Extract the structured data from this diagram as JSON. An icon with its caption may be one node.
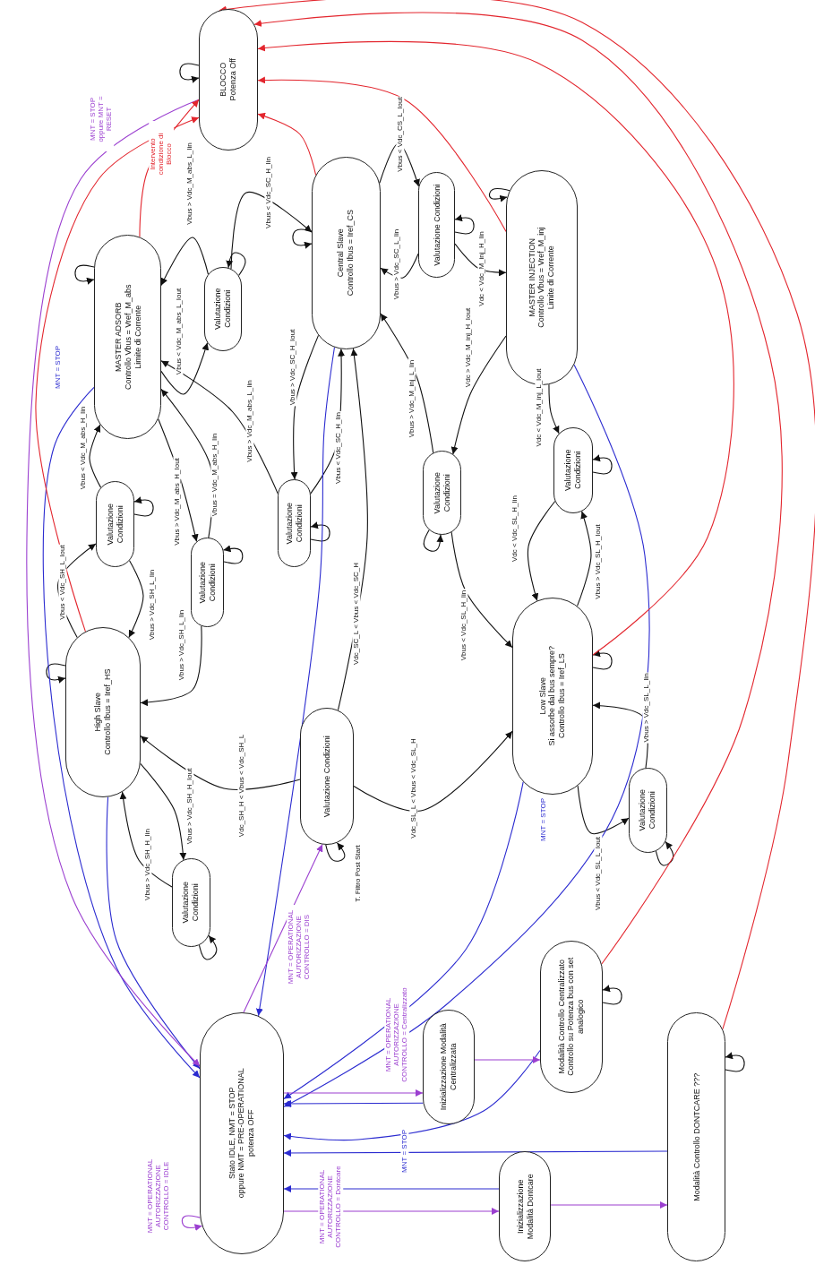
{
  "diagram": {
    "nodes": [
      {
        "text": [
          "BLOCCO",
          "Potenza Off"
        ]
      },
      {
        "text": [
          "MASTER ADSORB",
          "Controllo Vbus = Vref_M_abs",
          "Limite di Corrente"
        ]
      },
      {
        "text": [
          "Valutazione Condizioni"
        ]
      },
      {
        "text": [
          "Central Slave",
          "Controllo Ibus = Iref_CS"
        ]
      },
      {
        "text": [
          "Valutazione Condizioni"
        ]
      },
      {
        "text": [
          "MASTER INJECTION",
          "Controllo Vbus = Vref_M_inj",
          "Limite di Corrente"
        ]
      },
      {
        "text": [
          "Valutazione Condizioni"
        ]
      },
      {
        "text": [
          "Valutazione Condizioni"
        ]
      },
      {
        "text": [
          "Valutazione Condizioni"
        ]
      },
      {
        "text": [
          "Valutazione Condizioni"
        ]
      },
      {
        "text": [
          "Valutazione Condizioni"
        ]
      },
      {
        "text": [
          "High Slave",
          "Controllo Ibus = Iref_HS"
        ]
      },
      {
        "text": [
          "Valutazione Condizioni"
        ]
      },
      {
        "text": [
          "Low Slave",
          "Si assorbe dal bus sempre?",
          "Controllo Ibus = Iref_LS"
        ]
      },
      {
        "text": [
          "Valutazione Condizioni"
        ]
      },
      {
        "text": [
          "Valutazione Condizioni"
        ]
      },
      {
        "text": [
          "Stato IDLE, NMT = STOP",
          "oppure NMT = PRE-OPERATIONAL",
          "potenza OFF"
        ]
      },
      {
        "text": [
          "Inizializzazione Modalità Centralizzata"
        ]
      },
      {
        "text": [
          "Modalità Controllo Centralizzato Controllo su Potenza bus con set analogico"
        ]
      },
      {
        "text": [
          "Inizializzazione Modalità Dontcare"
        ]
      },
      {
        "text": [
          "Modalità Controllo DONTCARE ???"
        ]
      }
    ],
    "edges": [
      {
        "from": 1,
        "to": 2,
        "arrow": "to",
        "label": "Vbus < Vdc_M_abs_L_Iout"
      },
      {
        "from": 2,
        "to": 1,
        "arrow": "to",
        "label": "Vbus > Vdc_M_abs_L_Iin"
      },
      {
        "from": 2,
        "to": 3,
        "arrow": "to",
        "label": "Vbus < Vdc_SC_H_Iin"
      },
      {
        "from": 3,
        "to": 4,
        "arrow": "to",
        "label": "Vbus < Vdc_CS_L_Iout"
      },
      {
        "from": 4,
        "to": 3,
        "arrow": "to",
        "label": "Vbus > Vdc_SC_L_Iin"
      },
      {
        "from": 4,
        "to": 5,
        "arrow": "to",
        "label": "Vdc < Vdc_M_inj_H_Iin"
      },
      {
        "from": 5,
        "to": 9,
        "arrow": "to",
        "label": "Vdc > Vdc_M_inj_H_Iout"
      },
      {
        "from": 9,
        "to": 3,
        "arrow": "to",
        "label": "Vbus > Vdc_M_inj_L_Iin"
      },
      {
        "from": 5,
        "to": 10,
        "arrow": "to",
        "label": "Vdc < Vdc_M_inj_L_Iout"
      },
      {
        "from": 10,
        "to": 13,
        "arrow": "to",
        "label": "Vdc < Vdc_SL_H_Iin"
      },
      {
        "from": 13,
        "to": 10,
        "arrow": "to",
        "label": "Vbus > Vdc_SL_H_Iout"
      },
      {
        "from": 9,
        "to": 13,
        "arrow": "to",
        "label": "Vbus < Vdc_SL_H_Iin"
      },
      {
        "from": 12,
        "to": 13,
        "arrow": "to",
        "label": "Vdc_SL_L < Vbus < Vdc_SL_H"
      },
      {
        "from": 12,
        "to": 3,
        "arrow": "to",
        "label": "Vdc_SC_L < Vbus < Vdc_SC_H"
      },
      {
        "from": 12,
        "to": 11,
        "arrow": "to",
        "label": "Vdc_SH_H < Vbus < Vdc_SH_L"
      },
      {
        "from": 13,
        "to": 15,
        "arrow": "to",
        "label": "Vbus < Vdc_SL_L_Iout"
      },
      {
        "from": 15,
        "to": 13,
        "arrow": "to",
        "label": "Vbus > Vdc_SL_L_Iin"
      },
      {
        "from": 11,
        "to": 6,
        "arrow": "to",
        "label": "Vbus < Vdc_SH_L_Iout"
      },
      {
        "from": 6,
        "to": 11,
        "arrow": "to",
        "label": "Vbus > Vdc_SH_L_Iin"
      },
      {
        "from": 6,
        "to": 1,
        "arrow": "to",
        "label": "Vbus < Vdc_M_abs_H_Iin"
      },
      {
        "from": 1,
        "to": 7,
        "arrow": "to",
        "label": "Vbus > Vdc_M_abs_H_Iout"
      },
      {
        "from": 7,
        "to": 1,
        "arrow": "to",
        "label": "Vbus = Vdc_M_abs_H_Iin"
      },
      {
        "from": 7,
        "to": 11,
        "arrow": "to",
        "label": "Vbus > Vdc_SH_L_Iin"
      },
      {
        "from": 8,
        "to": 1,
        "arrow": "to",
        "label": "Vbus > Vdc_M_abs_L_Iin"
      },
      {
        "from": 3,
        "to": 8,
        "arrow": "to",
        "label": "Vbus > Vdc_SC_H_Iout"
      },
      {
        "from": 8,
        "to": 3,
        "arrow": "to",
        "label": "Vbus < Vdc_SC_H_Iin"
      },
      {
        "from": 11,
        "to": 14,
        "arrow": "to",
        "label": "Vbus > Vdc_SH_H_Iout"
      },
      {
        "from": 14,
        "to": 11,
        "arrow": "to",
        "label": "Vbus > Vdc_SH_H_Iin"
      },
      {
        "from": 0,
        "to": 0,
        "arrow": "to"
      },
      {
        "from": 1,
        "to": 1,
        "arrow": "to"
      },
      {
        "from": 2,
        "to": 2,
        "arrow": "to"
      },
      {
        "from": 3,
        "to": 3,
        "arrow": "to"
      },
      {
        "from": 4,
        "to": 4,
        "arrow": "to"
      },
      {
        "from": 5,
        "to": 5,
        "arrow": "to"
      },
      {
        "from": 6,
        "to": 6,
        "arrow": "to"
      },
      {
        "from": 7,
        "to": 7,
        "arrow": "to"
      },
      {
        "from": 8,
        "to": 8,
        "arrow": "to"
      },
      {
        "from": 9,
        "to": 9,
        "arrow": "to"
      },
      {
        "from": 10,
        "to": 10,
        "arrow": "to"
      },
      {
        "from": 11,
        "to": 11,
        "arrow": "to"
      },
      {
        "from": 12,
        "to": 12,
        "arrow": "to",
        "label": "T. Filtro Post Start"
      },
      {
        "from": 13,
        "to": 13,
        "arrow": "to"
      },
      {
        "from": 14,
        "to": 14,
        "arrow": "to"
      },
      {
        "from": 15,
        "to": 15,
        "arrow": "to"
      },
      {
        "from": 16,
        "to": 16,
        "arrow": "to",
        "label": "MNT = OPERATIONAL AUTORIZZAZIONE CONTROLLO = IDLE",
        "color": "#9b3fd0"
      },
      {
        "from": 18,
        "to": 18,
        "arrow": "to"
      },
      {
        "from": 20,
        "to": 20,
        "arrow": "to"
      },
      {
        "from": 1,
        "to": 16,
        "arrow": "to",
        "label": "MNT = STOP",
        "color": "#2b2bd0"
      },
      {
        "from": 11,
        "to": 16,
        "arrow": "to",
        "color": "#2b2bd0"
      },
      {
        "from": 3,
        "to": 16,
        "arrow": "to",
        "color": "#2b2bd0"
      },
      {
        "from": 13,
        "to": 16,
        "arrow": "to",
        "label": "MNT = STOP",
        "color": "#2b2bd0"
      },
      {
        "from": 5,
        "to": 16,
        "arrow": "to",
        "color": "#2b2bd0"
      },
      {
        "from": 18,
        "to": 16,
        "arrow": "to",
        "color": "#2b2bd0"
      },
      {
        "from": 17,
        "to": 16,
        "arrow": "to",
        "color": "#2b2bd0"
      },
      {
        "from": 20,
        "to": 16,
        "arrow": "to",
        "label": "MNT = STOP",
        "color": "#2b2bd0"
      },
      {
        "from": 19,
        "to": 16,
        "arrow": "to",
        "color": "#2b2bd0"
      },
      {
        "from": 0,
        "to": 16,
        "arrow": "to",
        "label": "MNT = STOP oppure MNT = RESET",
        "color": "#9b3fd0"
      },
      {
        "from": 16,
        "to": 12,
        "arrow": "to",
        "label": "MNT = OPERATIONAL AUTORIZZAZIONE CONTROLLO = DIS",
        "color": "#9b3fd0"
      },
      {
        "from": 16,
        "to": 17,
        "arrow": "to",
        "label": "MNT = OPERATIONAL AUTORIZZAZIONE CONTROLLO = Centralizzato",
        "color": "#9b3fd0"
      },
      {
        "from": 16,
        "to": 19,
        "arrow": "to",
        "label": "MNT = OPERATIONAL AUTORIZZAZIONE CONTROLLO = Dontcare",
        "color": "#9b3fd0"
      },
      {
        "from": 17,
        "to": 18,
        "arrow": "to",
        "color": "#9b3fd0"
      },
      {
        "from": 19,
        "to": 20,
        "arrow": "to",
        "color": "#9b3fd0"
      },
      {
        "from": 1,
        "to": 0,
        "arrow": "to",
        "label": "Intervento condizione di Blocco",
        "color": "#e3262e"
      },
      {
        "from": 11,
        "to": 0,
        "arrow": "to",
        "color": "#e3262e"
      },
      {
        "from": 3,
        "to": 0,
        "arrow": "to",
        "color": "#e3262e"
      },
      {
        "from": 5,
        "to": 0,
        "arrow": "to",
        "color": "#e3262e"
      },
      {
        "from": 13,
        "to": 0,
        "arrow": "to",
        "color": "#e3262e"
      },
      {
        "from": 18,
        "to": 0,
        "arrow": "to",
        "color": "#e3262e"
      },
      {
        "from": 20,
        "to": 0,
        "arrow": "to",
        "color": "#e3262e"
      }
    ]
  }
}
